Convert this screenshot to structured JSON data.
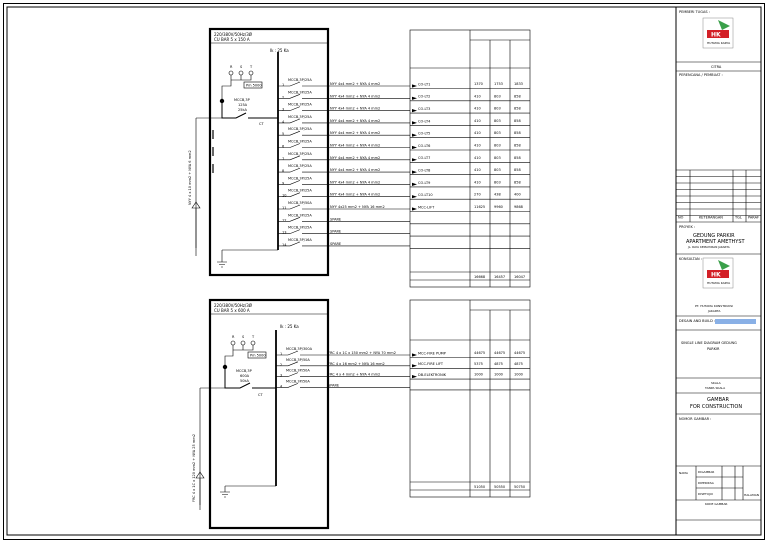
{
  "panel1": {
    "header_line1": "220/380V/50Hz/3Ø",
    "header_line2": "CU BAR 5 x 150 A",
    "ik": "Ik : 25 Ka",
    "phases": [
      "R",
      "S",
      "T"
    ],
    "meter": "Pm 5000",
    "main_breaker": [
      "MCCB,3P",
      "125A",
      "25kA"
    ],
    "feed_cable": "NYY 4 x 10 mm2 + NYA 6 mm2",
    "circuits": [
      {
        "no": "1",
        "breaker": "MCCB,3P/25A",
        "cable": "NYY 4x4 mm2 + NYA 4 mm2",
        "load": "CO-LT1",
        "v1": "1370",
        "v2": "1753",
        "v3": "1833"
      },
      {
        "no": "2",
        "breaker": "MCCB,3P/25A",
        "cable": "NYY 4x4 mm2 + NYA 4 mm2",
        "load": "CO-LT2",
        "v1": "410",
        "v2": "803",
        "v3": "858"
      },
      {
        "no": "3",
        "breaker": "MCCB,3P/25A",
        "cable": "NYY 4x4 mm2 + NYA 4 mm2",
        "load": "CO-LT3",
        "v1": "410",
        "v2": "803",
        "v3": "858"
      },
      {
        "no": "4",
        "breaker": "MCCB,3P/25A",
        "cable": "NYY 4x4 mm2 + NYA 4 mm2",
        "load": "CO-LT4",
        "v1": "410",
        "v2": "803",
        "v3": "858"
      },
      {
        "no": "5",
        "breaker": "MCCB,3P/25A",
        "cable": "NYY 4x4 mm2 + NYA 4 mm2",
        "load": "CO-LT5",
        "v1": "410",
        "v2": "803",
        "v3": "858"
      },
      {
        "no": "6",
        "breaker": "MCCB,3P/25A",
        "cable": "NYY 4x4 mm2 + NYA 4 mm2",
        "load": "CO-LT6",
        "v1": "410",
        "v2": "803",
        "v3": "858"
      },
      {
        "no": "7",
        "breaker": "MCCB,3P/25A",
        "cable": "NYY 4x4 mm2 + NYA 4 mm2",
        "load": "CO-LT7",
        "v1": "410",
        "v2": "803",
        "v3": "858"
      },
      {
        "no": "8",
        "breaker": "MCCB,3P/25A",
        "cable": "NYY 4x4 mm2 + NYA 4 mm2",
        "load": "CO-LT8",
        "v1": "410",
        "v2": "803",
        "v3": "858"
      },
      {
        "no": "9",
        "breaker": "MCCB,3P/25A",
        "cable": "NYY 4x4 mm2 + NYA 4 mm2",
        "load": "CO-LT9",
        "v1": "410",
        "v2": "803",
        "v3": "858"
      },
      {
        "no": "10",
        "breaker": "MCCB,3P/25A",
        "cable": "NYY 4x4 mm2 + NYA 4 mm2",
        "load": "CO-LT10",
        "v1": "270",
        "v2": "438",
        "v3": "400"
      },
      {
        "no": "11",
        "breaker": "MCCB,3P/50A",
        "cable": "NYY 4x25 mm2 + NYA 16 mm2",
        "load": "MCC-LIFT",
        "v1": "11625",
        "v2": "9960",
        "v3": "9868"
      },
      {
        "no": "12",
        "breaker": "MCCB,3P/25A",
        "cable": "SPARE",
        "load": "",
        "v1": "",
        "v2": "",
        "v3": ""
      },
      {
        "no": "13",
        "breaker": "MCCB,3P/25A",
        "cable": "SPARE",
        "load": "",
        "v1": "",
        "v2": "",
        "v3": ""
      },
      {
        "no": "14",
        "breaker": "MCCB,3P/16A",
        "cable": "SPARE",
        "load": "",
        "v1": "",
        "v2": "",
        "v3": ""
      }
    ],
    "totals": [
      "16668",
      "16457",
      "16047"
    ]
  },
  "panel2": {
    "header_line1": "220/380V/50Hz/3Ø",
    "header_line2": "CU BAR 5 x 600 A",
    "ik": "Ik : 25 Ka",
    "phases": [
      "R",
      "S",
      "T"
    ],
    "meter": "Pm 5000",
    "main_breaker": [
      "MCCB,3P",
      "600A",
      "50kA"
    ],
    "feed_cable": "FRC 4 x 1C x 120 mm2 + NYA 25 mm2",
    "circuits": [
      {
        "no": "1",
        "breaker": "MCCB,3P/300A",
        "cable": "FRC 4 x 1C x 150 mm2 + NYA 70 mm2",
        "load": "MCC-FIRE PUMP",
        "v1": "44675",
        "v2": "44675",
        "v3": "44675"
      },
      {
        "no": "2",
        "breaker": "MCCB,3P/50A",
        "cable": "FRC 4 x 16 mm2 + NYA 16 mm2",
        "load": "MCC-FIRE LIFT",
        "v1": "5375",
        "v2": "4875",
        "v3": "4875"
      },
      {
        "no": "3",
        "breaker": "MCCB,3P/50A",
        "cable": "FRC 4 x 4 mm2 + NYA 4 mm2",
        "load": "DB-ELEKTRONIK",
        "v1": "1000",
        "v2": "1000",
        "v3": "1000"
      },
      {
        "no": "4",
        "breaker": "MCCB,3P/50A",
        "cable": "SPARE",
        "load": "",
        "v1": "",
        "v2": "",
        "v3": ""
      }
    ],
    "totals": [
      "51050",
      "50550",
      "50750"
    ]
  },
  "title_block": {
    "owner_label": "PEMBERI TUGAS :",
    "owner_name": "CITRA",
    "planner_label": "PERENCANA / PEMBUAT :",
    "revision_headers": [
      "NO",
      "KETERANGAN",
      "TGL",
      "PARAF"
    ],
    "project_label": "PROYEK :",
    "project_name_1": "GEDUNG PARKIR",
    "project_name_2": "APARTMENT AMETHYST",
    "project_addr": "JL. RAYA KEMAYORAN JAKARTA",
    "consultant_label": "KONSULTAN :",
    "consultant_company": "PT. HUTAMA KONSTRUKSI",
    "consultant_addr": "JAKARTA",
    "design_label": "DESAIN AND BUILD :",
    "drawing_title_1": "SINGLE LINE DIAGRAM GEDUNG",
    "drawing_title_2": "PARKIR",
    "scale_1": "SKALA",
    "scale_2": "TANPA SKALA",
    "status_1": "GAMBAR",
    "status_2": "FOR CONSTRUCTION",
    "drawing_no_label": "NOMOR GAMBAR :",
    "sign_rows": [
      "DIGAMBAR",
      "DIPERIKSA",
      "DISETUJUI"
    ],
    "sign_label": "NAMA",
    "sheet_label": "KODE GAMBAR",
    "page_label": "HALAMAN",
    "logo_text": "HUTAMA KARYA"
  }
}
